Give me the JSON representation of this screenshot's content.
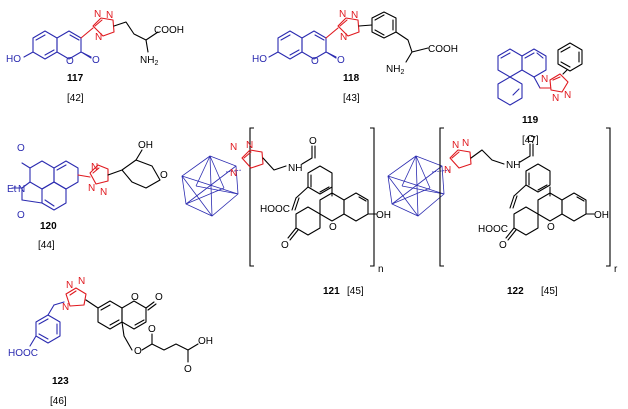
{
  "atoms": {
    "cooh": "COOH",
    "nh2_n": "NH",
    "nh2_2": "2",
    "ho": "HO",
    "oh": "OH",
    "hooc": "HOOC",
    "o": "O",
    "n": "N",
    "nh": "NH",
    "et": "Et",
    "n_et": "N"
  },
  "compounds": [
    {
      "number": "117",
      "ref": "[42]"
    },
    {
      "number": "118",
      "ref": "[43]"
    },
    {
      "number": "119",
      "ref": "[47]"
    },
    {
      "number": "120",
      "ref": "[44]"
    },
    {
      "number": "121",
      "ref": "[45]",
      "repeat": "n"
    },
    {
      "number": "122",
      "ref": "[45]",
      "repeat": "r"
    },
    {
      "number": "123",
      "ref": "[46]"
    }
  ]
}
